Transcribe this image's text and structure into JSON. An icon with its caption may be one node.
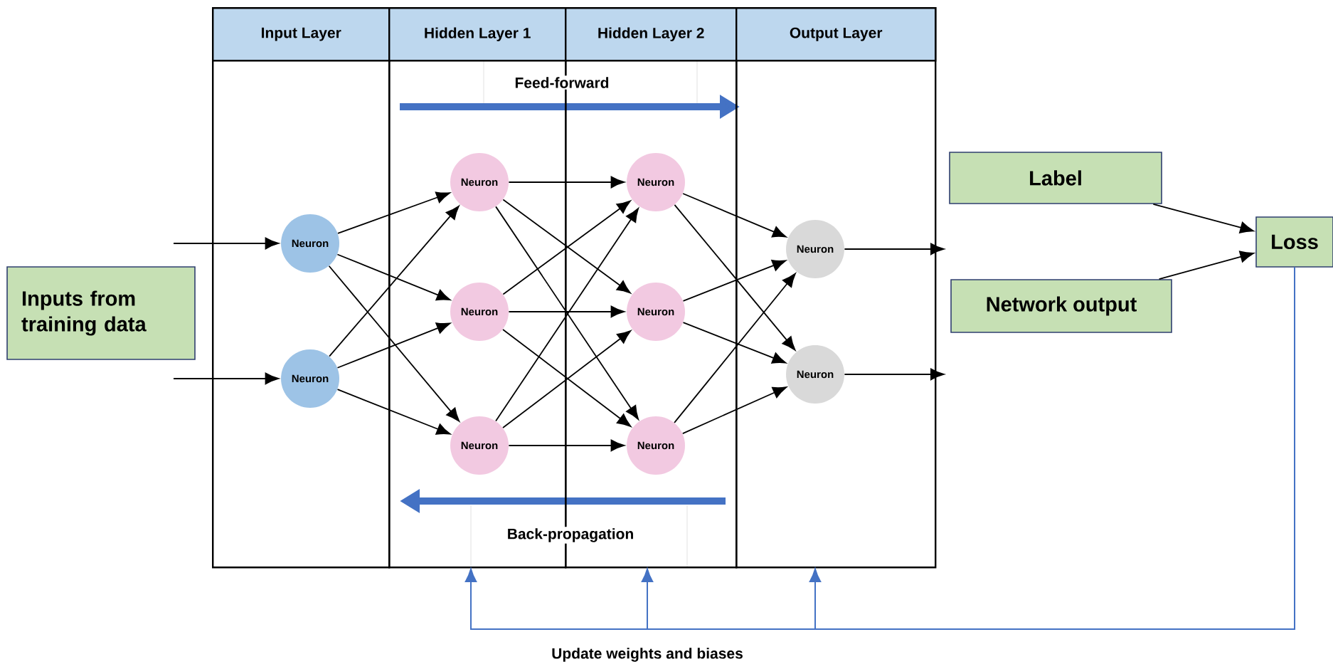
{
  "diagram": {
    "nodes": [
      {
        "text": [
          "Input Layer"
        ]
      },
      {
        "text": [
          "Hidden Layer 1"
        ]
      },
      {
        "text": [
          "Hidden Layer 2"
        ]
      },
      {
        "text": [
          "Output Layer"
        ]
      },
      {
        "text": [
          "Inputs from training data"
        ]
      },
      {
        "text": [
          "Neuron"
        ],
        "in": 0
      },
      {
        "text": [
          "Neuron"
        ],
        "in": 0
      },
      {
        "text": [
          "Neuron"
        ],
        "in": 1
      },
      {
        "text": [
          "Neuron"
        ],
        "in": 1
      },
      {
        "text": [
          "Neuron"
        ],
        "in": 1
      },
      {
        "text": [
          "Neuron"
        ],
        "in": 2
      },
      {
        "text": [
          "Neuron"
        ],
        "in": 2
      },
      {
        "text": [
          "Neuron"
        ],
        "in": 2
      },
      {
        "text": [
          "Neuron"
        ],
        "in": 3
      },
      {
        "text": [
          "Neuron"
        ],
        "in": 3
      },
      {
        "text": [
          "Label"
        ]
      },
      {
        "text": [
          "Network output"
        ]
      },
      {
        "text": [
          "Loss"
        ]
      }
    ],
    "edges": [
      {
        "from": null,
        "to": 5,
        "arrow": "to"
      },
      {
        "from": null,
        "to": 6,
        "arrow": "to"
      },
      {
        "from": 5,
        "to": 7,
        "arrow": "to"
      },
      {
        "from": 5,
        "to": 8,
        "arrow": "to"
      },
      {
        "from": 5,
        "to": 9,
        "arrow": "to"
      },
      {
        "from": 6,
        "to": 7,
        "arrow": "to"
      },
      {
        "from": 6,
        "to": 8,
        "arrow": "to"
      },
      {
        "from": 6,
        "to": 9,
        "arrow": "to"
      },
      {
        "from": 7,
        "to": 10,
        "arrow": "to"
      },
      {
        "from": 7,
        "to": 11,
        "arrow": "to"
      },
      {
        "from": 7,
        "to": 12,
        "arrow": "to"
      },
      {
        "from": 8,
        "to": 10,
        "arrow": "to"
      },
      {
        "from": 8,
        "to": 11,
        "arrow": "to"
      },
      {
        "from": 8,
        "to": 12,
        "arrow": "to"
      },
      {
        "from": 9,
        "to": 10,
        "arrow": "to"
      },
      {
        "from": 9,
        "to": 11,
        "arrow": "to"
      },
      {
        "from": 9,
        "to": 12,
        "arrow": "to"
      },
      {
        "from": 10,
        "to": 13,
        "arrow": "to"
      },
      {
        "from": 10,
        "to": 14,
        "arrow": "to"
      },
      {
        "from": 11,
        "to": 13,
        "arrow": "to"
      },
      {
        "from": 11,
        "to": 14,
        "arrow": "to"
      },
      {
        "from": 12,
        "to": 13,
        "arrow": "to"
      },
      {
        "from": 12,
        "to": 14,
        "arrow": "to"
      },
      {
        "from": 13,
        "to": null,
        "arrow": "to"
      },
      {
        "from": 14,
        "to": null,
        "arrow": "to"
      },
      {
        "from": 15,
        "to": 17,
        "arrow": "to"
      },
      {
        "from": 16,
        "to": 17,
        "arrow": "to"
      },
      {
        "from": 17,
        "to": 1,
        "arrow": "to",
        "color": "#4472c4"
      },
      {
        "from": 17,
        "to": 2,
        "arrow": "to",
        "color": "#4472c4"
      },
      {
        "from": 17,
        "to": 3,
        "arrow": "to",
        "color": "#4472c4"
      }
    ],
    "labels": [
      "Feed-forward",
      "Back-propagation",
      "Update weights and biases"
    ]
  }
}
